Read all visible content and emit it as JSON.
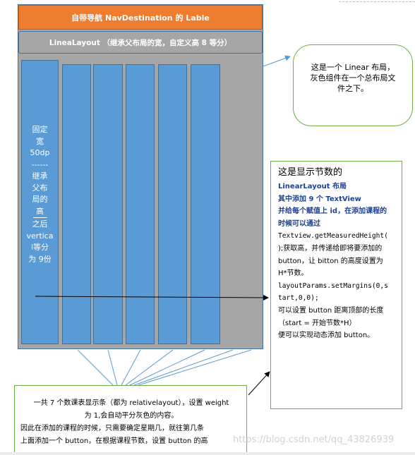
{
  "title_bar": "自带导航 NavDestination 的 Lable",
  "linear_bar": "LineaLayout （继承父布局的宽，自定义高 8 等分）",
  "fixed_column": [
    "固定",
    "宽",
    "50dp",
    "------",
    "继承",
    "父布",
    "局的",
    "高",
    "之后",
    "vertica",
    "l等分",
    "为 9份"
  ],
  "bubble": [
    "这是一个 Linear 布局，",
    "灰色组件在一个总布局文",
    "件之下。"
  ],
  "note": {
    "heading": "这是显示节数的",
    "bold_lines": [
      "LinearLayout 布局",
      "其中添加 9 个 TextView",
      "并给每个赋值上 id，在添加课程的",
      "时候可以通过"
    ],
    "body_lines": [
      "Textview.getMeasuredHeight(",
      ");获取高，并传递给即将要添加的",
      "button，让 bitton 的高度设置为",
      "H*节数。",
      "layoutParams.setMargins(0,s",
      "tart,0,0);",
      "可以设置 button 距离顶部的长度",
      "（start = 开始节数*H）",
      "便可以实现动态添加 button。"
    ]
  },
  "bottom_note": [
    "一共 7 个数课表显示条（都为 relativelayout），设置 weight",
    "为 1,会自动平分灰色的内容。",
    "因此在添加的课程的时候，只需要确定星期几，就往第几条",
    "上面添加一个 button，在根据课程节数，设置 button 的高"
  ],
  "watermark": "https://blog.csdn.net/qq_43826939",
  "colors": {
    "orange": "#ed7d31",
    "blue": "#5b9bd5",
    "gray": "#a6a6a6",
    "green": "#70ad47",
    "connector_blue": "#5b9bd5"
  }
}
